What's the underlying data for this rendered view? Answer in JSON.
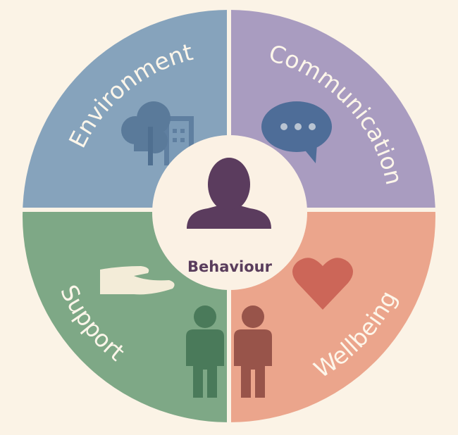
{
  "center": {
    "label": "Behaviour"
  },
  "quadrants": [
    {
      "label": "Environment",
      "icon": "tree-building-icon",
      "color": "#86a3bc"
    },
    {
      "label": "Communication",
      "icon": "speech-bubble-icon",
      "color": "#a99cc0"
    },
    {
      "label": "Support",
      "icon": "helping-hand-icon",
      "color": "#7ea886"
    },
    {
      "label": "Wellbeing",
      "icon": "heart-icon",
      "color": "#eba58c"
    }
  ]
}
